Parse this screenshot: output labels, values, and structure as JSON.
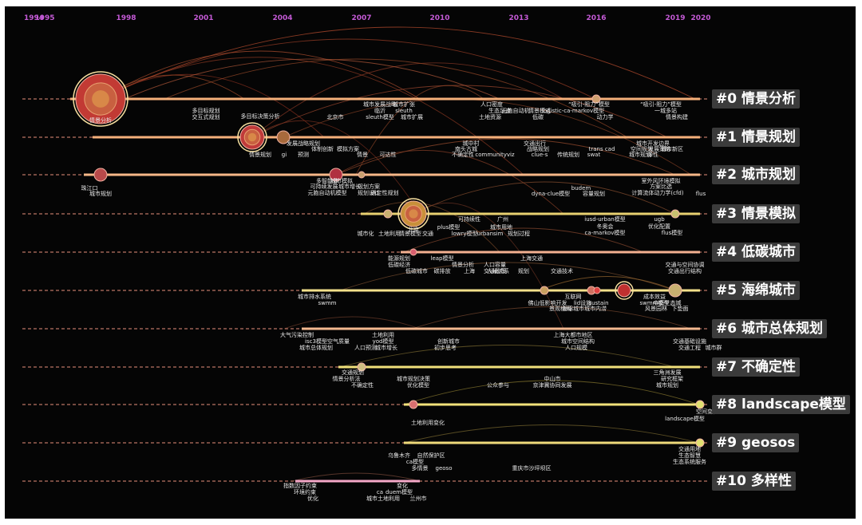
{
  "years": [
    "1994",
    "1995",
    "1998",
    "2001",
    "2004",
    "2007",
    "2010",
    "2013",
    "2016",
    "2019",
    "2020"
  ],
  "clusters": [
    {
      "label": "#0 情景分析"
    },
    {
      "label": "#1 情景规划"
    },
    {
      "label": "#2 城市规划"
    },
    {
      "label": "#3 情景模拟"
    },
    {
      "label": "#4 低碳城市"
    },
    {
      "label": "#5 海绵城市"
    },
    {
      "label": "#6 城市总体规划"
    },
    {
      "label": "#7 不确定性"
    },
    {
      "label": "#8 landscape模型"
    },
    {
      "label": "#9 geosos"
    },
    {
      "label": "#10 多样性"
    }
  ],
  "terms": [
    "情景分析",
    "城市发展战略",
    "城市扩张",
    "临沂",
    "sleuth",
    "sleuth模型",
    "城市扩展",
    "人口密度",
    "生态足迹",
    "土地资源",
    "元胞自动机",
    "低碳",
    "情景模式",
    "logistic-ca-markov模型",
    "动力学",
    "“吸引-阻力”模型",
    "一城多站",
    "情景构建",
    "多目标规划",
    "交互式规划",
    "多目标决策分析",
    "情景规划",
    "gi",
    "北京市",
    "发展战略规划",
    "体制创新",
    "预测",
    "模拟方案",
    "情景",
    "可达性",
    "城中村",
    "南头古城",
    "不确定性",
    "communityviz",
    "交通出行",
    "战略规划",
    "clue-s",
    "传统规划",
    "trans cad",
    "swat",
    "城市开发边界",
    "发展策略",
    "城市规划",
    "空间规划",
    "城市新区",
    "弹性",
    "空间布局",
    "珠江口",
    "城市规划",
    "多智能体",
    "城市模拟",
    "可持续发展",
    "城市增长",
    "规划方案",
    "元胞自动机模型",
    "确定性规划",
    "规划设计",
    "budem",
    "dyna-clue模型",
    "容量规划",
    "室外风环境模拟",
    "方案比选",
    "计算流体动力学(cfd)",
    "flus",
    "情景模拟",
    "北京",
    "城市化",
    "土地利用",
    "情景模型",
    "交通",
    "可持续性",
    "广州",
    "plus模型",
    "lowry模型",
    "城市用地",
    "urbansim",
    "规划过程",
    "iusd-urban模型",
    "冬奥会",
    "ca-markov模型",
    "ugb",
    "优化配置",
    "flus模型",
    "能源规划",
    "低碳经济",
    "低碳城市",
    "碳排放",
    "leap模型",
    "情景分析",
    "上海",
    "人口容量",
    "交通政策",
    "人地关系",
    "规划",
    "上海交通",
    "交通技术",
    "交通与空间协调",
    "交通出行结构",
    "城市排水系统",
    "swmm",
    "佛山低影响开发",
    "景观格局",
    "互联网",
    "lid设施",
    "sustain",
    "城市内涝",
    "海绵城市",
    "成本效益",
    "中新生态城",
    "swmm模型",
    "下垫面",
    "风景园林",
    "大气污染控制",
    "isc3模型",
    "城市总体规划",
    "空气质量",
    "人口预测",
    "土地利用",
    "yod模型",
    "城市增长",
    "创新城市",
    "初步思考",
    "上海大都市地区",
    "城市空间结构",
    "人口规模",
    "交通基础设施",
    "交通工程",
    "城市群",
    "交通规划",
    "情景分析法",
    "不确定性",
    "城市规划决策",
    "优化模型",
    "公众参与",
    "中山市",
    "京津冀协同发展",
    "三角洲发展",
    "研究框架",
    "城市规划",
    "空间规划",
    "空间变化",
    "landscape模型",
    "土地利用变化",
    "乌鲁木齐",
    "自然保护区",
    "ca模型",
    "多情景",
    "geoso",
    "重庆市沙坪坝区",
    "交通用地",
    "生态智慧",
    "生态系统服务",
    "指数因子约束",
    "环境约束",
    "优化",
    "ca",
    "duem模型",
    "变化",
    "城市土地利用",
    "兰州市"
  ]
}
